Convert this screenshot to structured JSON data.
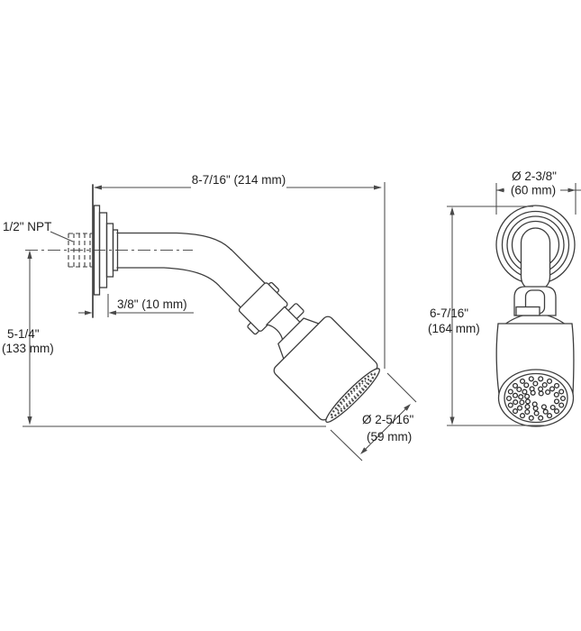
{
  "title": "Showerhead dimensional diagram, side and front views",
  "colors": {
    "line": "#3d3d3d",
    "dim": "#4a4a4a",
    "text": "#1f1f1f",
    "bg": "#ffffff"
  },
  "side_view": {
    "width_dim": "8-7/16\" (214 mm)",
    "thread_label": "1/2\" NPT",
    "offset_dim": "3/8\" (10 mm)",
    "height_dim_in": "5-1/4\"",
    "height_dim_mm": "(133 mm)",
    "face_dia_in": "Ø 2-5/16\"",
    "face_dia_mm": "(59 mm)"
  },
  "front_view": {
    "flange_dia_in": "Ø 2-3/8\"",
    "flange_dia_mm": "(60 mm)",
    "height_dim_in": "6-7/16\"",
    "height_dim_mm": "(164 mm)"
  }
}
